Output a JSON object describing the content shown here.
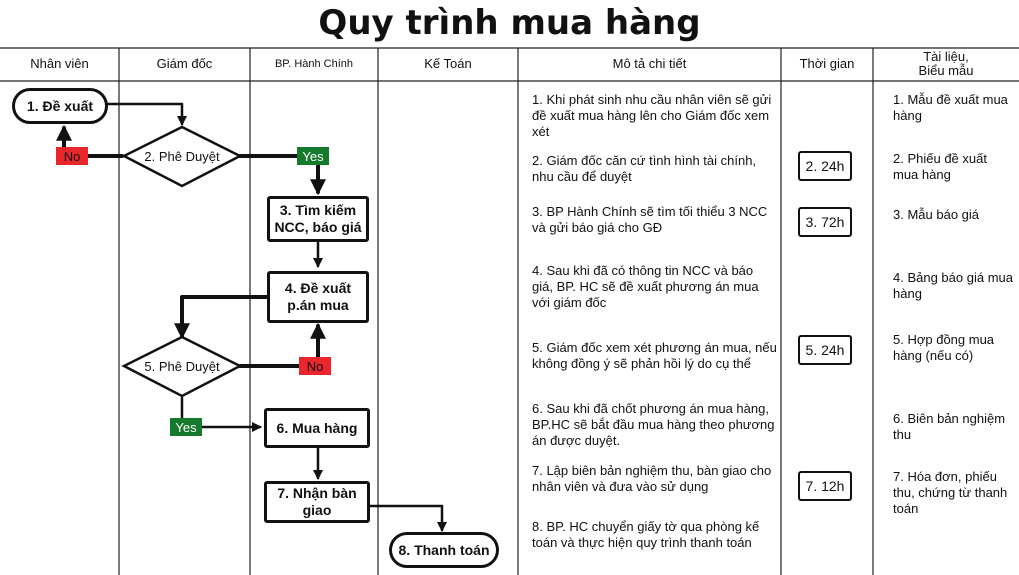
{
  "title": "Quy trình mua hàng",
  "columns": [
    "Nhân viên",
    "Giám đốc",
    "BP. Hành Chính",
    "Kế Toán",
    "Mô tả chi tiết",
    "Thời gian",
    "Tài liệu,",
    "Biểu mẫu"
  ],
  "nodes": {
    "step1": "1. Đề xuất",
    "step2": "2. Phê Duyệt",
    "step3_line1": "3. Tìm  kiếm",
    "step3_line2": "NCC, báo giá",
    "step4_line1": "4. Đề xuất",
    "step4_line2": "p.án mua",
    "step5": "5. Phê Duyệt",
    "step6": "6. Mua hàng",
    "step7_line1": "7. Nhận bàn",
    "step7_line2": "giao",
    "step8": "8. Thanh toán"
  },
  "tags": {
    "no": "No",
    "yes": "Yes"
  },
  "descriptions": [
    "1. Khi phát sinh nhu cầu nhân viên sẽ gửi đề xuất mua hàng lên cho Giám đốc xem xét",
    "2. Giám đốc căn cứ tình hình tài chính, nhu cầu để duyệt",
    "3. BP Hành Chính sẽ tìm tối thiểu 3 NCC và gửi báo giá cho GĐ",
    "4. Sau khi đã có thông tin NCC và báo giá, BP. HC sẽ đề xuất phương án mua với giám đốc",
    "5. Giám đốc xem xét phương án mua, nếu không đồng ý sẽ phản hồi lý do cụ thể",
    "6. Sau khi đã chốt phương án mua hàng, BP.HC sẽ bắt đầu mua hàng theo phương án được duyệt.",
    "7. Lập biên bản nghiệm thu, bàn giao cho nhân viên và đưa vào sử dụng",
    "8. BP. HC chuyển giấy tờ qua phòng kế toán và thực hiện quy trình thanh toán"
  ],
  "times": [
    "2. 24h",
    "3. 72h",
    "5. 24h",
    "7. 12h"
  ],
  "documents": [
    "1. Mẫu đề xuất mua hàng",
    "2. Phiếu đề xuất mua hàng",
    "3. Mẫu báo giá",
    "4. Bảng báo giá mua hàng",
    "5. Hợp đồng mua hàng (nếu có)",
    "6. Biên bản nghiệm thu",
    "7. Hóa đơn, phiếu thu, chứng từ thanh toán"
  ]
}
